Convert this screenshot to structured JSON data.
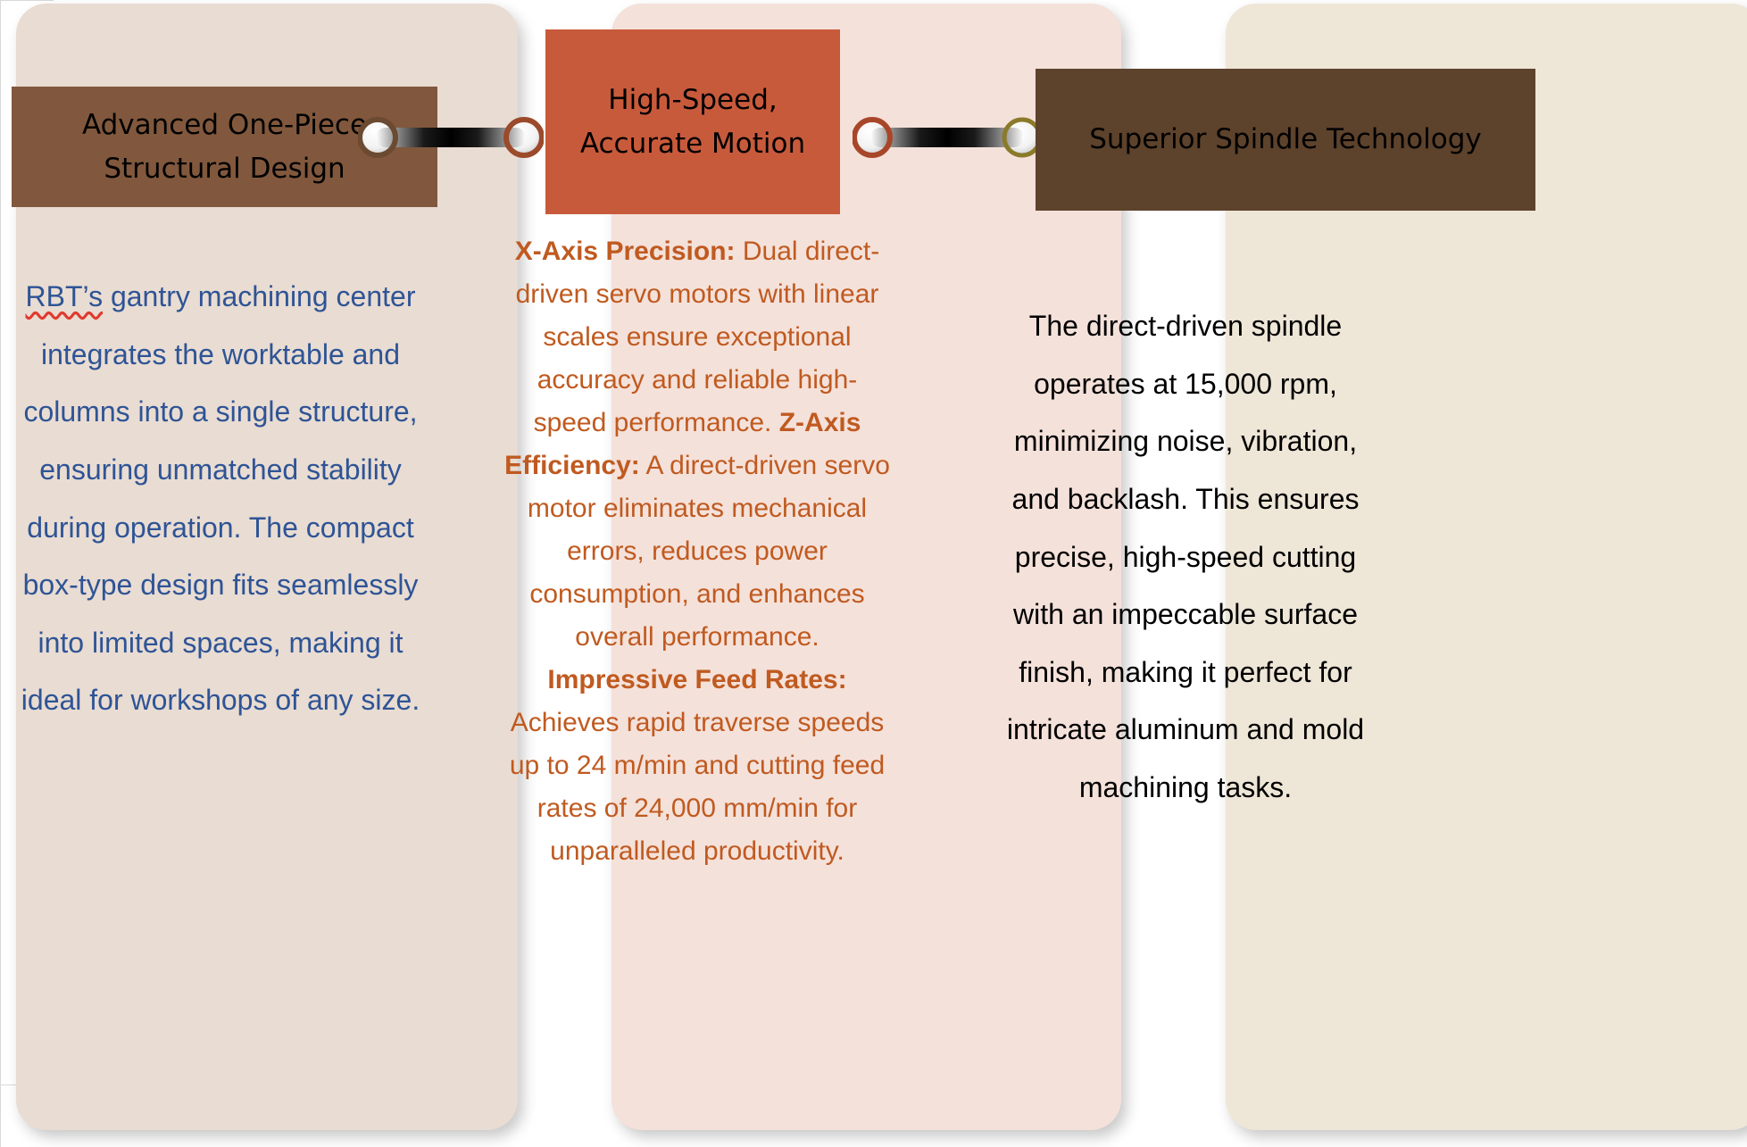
{
  "diagram": {
    "type": "three-step-linked-process",
    "background": "#ffffff",
    "cards": [
      {
        "id": "card-1",
        "header": "Advanced One-Piece Structural Design",
        "header_color": "#81583d",
        "card_color": "#e9dcd2",
        "text_color": "#2e5496",
        "body_lines": [
          "RBT’s gantry machining center",
          "integrates the worktable and",
          "columns into a single structure,",
          "ensuring unmatched stability",
          "during operation. The compact",
          "box-type design fits seamlessly",
          "into limited spaces, making it",
          "ideal for workshops of any size."
        ],
        "misspelled_word": "RBT’s"
      },
      {
        "id": "card-2",
        "header": "High-Speed, Accurate Motion",
        "header_color": "#c85a3c",
        "card_color": "#f4e1da",
        "text_color": "#c05a20",
        "sections": [
          {
            "label": "X-Axis Precision:",
            "text": " Dual direct-driven servo motors with linear scales ensure exceptional accuracy and reliable high-speed performance."
          },
          {
            "label": "Z-Axis Efficiency:",
            "text": " A direct-driven servo motor eliminates mechanical errors, reduces power consumption, and enhances overall performance."
          },
          {
            "label": "Impressive Feed Rates:",
            "text": " Achieves rapid traverse speeds up to 24 m/min and cutting feed rates of 24,000 mm/min for unparalleled productivity."
          }
        ]
      },
      {
        "id": "card-3",
        "header": "Superior Spindle Technology",
        "header_color": "#5d422c",
        "card_color": "#eee6d7",
        "text_color": "#000000",
        "body_lines": [
          "The direct-driven spindle",
          "operates at 15,000 rpm,",
          "minimizing noise, vibration, and",
          "backlash. This ensures precise,",
          "high-speed cutting with an",
          "impeccable surface finish,",
          "making it perfect for intricate",
          "aluminum and mold machining",
          "tasks."
        ]
      }
    ],
    "connectors": [
      {
        "id": "connector-1",
        "icon": "chain-link-icon",
        "left_ring_color": "#6b4a31",
        "right_ring_color": "#9b4a2b",
        "bar_color": "#000000"
      },
      {
        "id": "connector-2",
        "icon": "chain-link-icon",
        "left_ring_color": "#a8462a",
        "right_ring_color": "#8a7a2a",
        "bar_color": "#000000"
      }
    ]
  }
}
